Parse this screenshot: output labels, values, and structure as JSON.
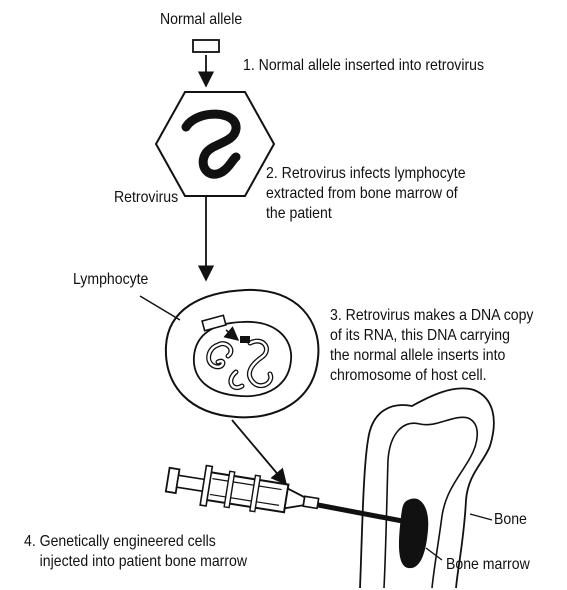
{
  "labels": {
    "normal_allele": "Normal allele",
    "retrovirus": "Retrovirus",
    "lymphocyte": "Lymphocyte",
    "bone": "Bone",
    "bone_marrow": "Bone marrow"
  },
  "steps": {
    "step1": "1. Normal allele inserted into retrovirus",
    "step2": "2. Retrovirus infects lymphocyte\nextracted from bone marrow of\nthe patient",
    "step3": "3. Retrovirus makes a DNA copy\nof its RNA, this DNA carrying\nthe normal allele inserts into\nchromosome of host cell.",
    "step4": "4. Genetically engineered cells\n    injected into patient bone marrow"
  },
  "colors": {
    "ink": "#111111",
    "background": "#ffffff"
  }
}
